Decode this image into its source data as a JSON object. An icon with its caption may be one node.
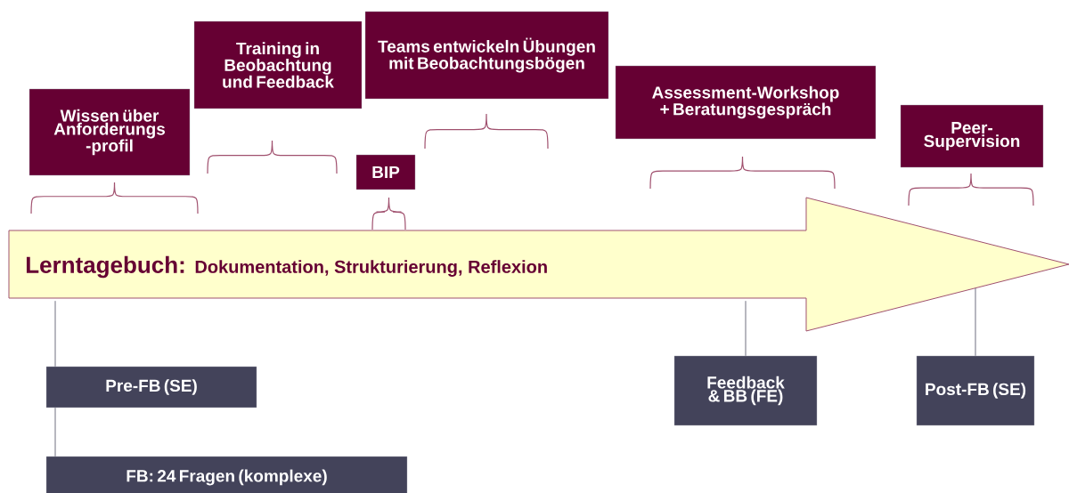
{
  "diagram": {
    "nodes": [
      {
        "text": [
          "Wissen über Anforderungs -profil"
        ]
      },
      {
        "text": [
          "Training in Beobachtung und Feedback"
        ]
      },
      {
        "text": [
          "Teams entwickeln Übungen mit Beobachtungsbögen"
        ]
      },
      {
        "text": [
          "Assessment-Workshop + Beratungsgespräch"
        ]
      },
      {
        "text": [
          "Peer- Supervision"
        ]
      },
      {
        "text": [
          "BIP"
        ]
      },
      {
        "text": [
          "Lerntagebuch:",
          "Dokumentation, Strukturierung, Reflexion"
        ]
      },
      {
        "text": [
          "Pre-FB (SE)"
        ]
      },
      {
        "text": [
          "Feedback & BB (FE)"
        ]
      },
      {
        "text": [
          "Post-FB (SE)"
        ]
      },
      {
        "text": [
          "FB: 24 Fragen (komplexe)"
        ]
      }
    ],
    "edges": [
      {
        "from": 6,
        "to": 7,
        "arrow": "none"
      },
      {
        "from": 7,
        "to": 10,
        "arrow": "none"
      },
      {
        "from": 6,
        "to": 8,
        "arrow": "none"
      },
      {
        "from": 6,
        "to": 9,
        "arrow": "none"
      }
    ]
  }
}
